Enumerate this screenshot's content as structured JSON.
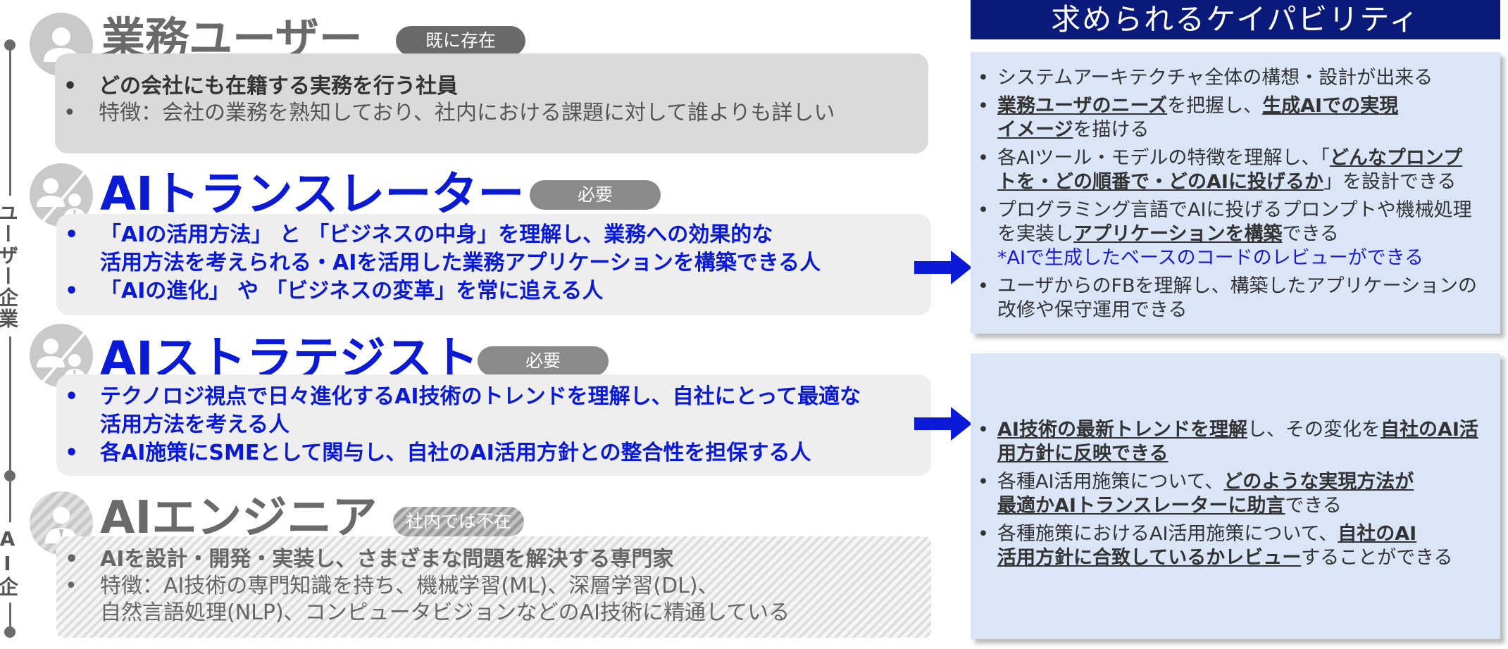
{
  "timeline": {
    "user_company_label": "ユーザー企業",
    "ai_company_label": "AI企業"
  },
  "sections": {
    "business_user": {
      "title": "業務ユーザー",
      "badge": "既に存在",
      "bullets": [
        "どの会社にも在籍する実務を行う社員",
        "特徴：会社の業務を熟知しており、社内における課題に対して誰よりも詳しい"
      ]
    },
    "ai_translator": {
      "title": "AIトランスレーター",
      "badge": "必要",
      "bullets": [
        "「AIの活用方法」 と 「ビジネスの中身」を理解し、業務への効果的な",
        "活用方法を考えられる・AIを活用した業務アプリケーションを構築できる人",
        "「AIの進化」 や 「ビジネスの変革」を常に追える人"
      ]
    },
    "ai_strategist": {
      "title": "AIストラテジスト",
      "badge": "必要",
      "bullets": [
        "テクノロジ視点で日々進化するAI技術のトレンドを理解し、自社にとって最適な",
        "活用方法を考える人",
        "各AI施策にSMEとして関与し、自社のAI活用方針との整合性を担保する人"
      ]
    },
    "ai_engineer": {
      "title": "AIエンジニア",
      "badge": "社内では不在",
      "bullets": [
        "AIを設計・開発・実装し、さまざまな問題を解決する専門家",
        "特徴：AI技術の専門知識を持ち、機械学習(ML)、深層学習(DL)、",
        "自然言語処理(NLP)、コンピュータビジョンなどのAI技術に精通している"
      ]
    }
  },
  "capabilities": {
    "header": "求められるケイパビリティ",
    "translator": {
      "b1": "システムアーキテクチャ全体の構想・設計が出来る",
      "b2": {
        "u1": "業務ユーザのニーズ",
        "t1": "を把握し、",
        "u2": "生成AIでの実現",
        "u3": "イメージ",
        "t2": "を描ける"
      },
      "b3": {
        "t1": "各AIツール・モデルの特徴を理解し、「",
        "u1": "どんなプロンプ",
        "u2": "トを・どの順番で・どのAIに投げるか",
        "t2": "」を設計できる"
      },
      "b4": {
        "t1": "プログラミング言語でAIに投げるプロンプトや機械処理",
        "t2": "を実装し",
        "u1": "アプリケーションを構築",
        "t3": "できる",
        "note": "*AIで生成したベースのコードのレビューができる"
      },
      "b5": {
        "t1": "ユーザからのFBを理解し、構築したアプリケーションの",
        "t2": "改修や保守運用できる"
      }
    },
    "strategist": {
      "b1": {
        "u1": "AI技術の最新トレンドを理解",
        "t1": "し、その変化を",
        "u2": "自社のAI活",
        "u3": "用方針に反映できる"
      },
      "b2": {
        "t1": "各種AI活用施策について、",
        "u1": "どのような実現方法が",
        "u2": "最適かAIトランスレーターに助言",
        "t2": "できる"
      },
      "b3": {
        "t1": "各種施策におけるAI活用施策について、",
        "u1": "自社のAI",
        "u2": "活用方針に合致しているかレビュー",
        "t2": "することができる"
      }
    }
  },
  "colors": {
    "primary_blue": "#0a1ad6",
    "header_navy": "#0a1a7a",
    "panel_bg": "#dbe5f8",
    "gray_box": "#dadada",
    "light_box": "#eeeeee",
    "badge_gray": "#8a8a8a"
  },
  "icons": {
    "business_user": "person-icon",
    "ai_translator": "person-with-businessman-icon",
    "ai_strategist": "person-with-businessman-icon",
    "ai_engineer": "engineer-icon",
    "arrows": "arrow-right-icon"
  }
}
